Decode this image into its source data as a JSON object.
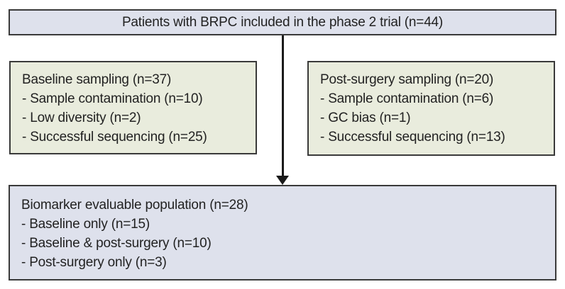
{
  "flowchart": {
    "top_box": {
      "text": "Patients with BRPC included in the phase 2 trial (n=44)"
    },
    "left_box": {
      "title": "Baseline sampling (n=37)",
      "items": [
        "- Sample contamination (n=10)",
        "- Low diversity (n=2)",
        "- Successful sequencing (n=25)"
      ]
    },
    "right_box": {
      "title": "Post-surgery sampling (n=20)",
      "items": [
        "- Sample contamination (n=6)",
        "- GC bias (n=1)",
        "- Successful sequencing (n=13)"
      ]
    },
    "bottom_box": {
      "title": "Biomarker evaluable population (n=28)",
      "items": [
        "- Baseline only (n=15)",
        "- Baseline & post-surgery (n=10)",
        "- Post-surgery only (n=3)"
      ]
    },
    "colors": {
      "lavender_fill": "#dee1ec",
      "green_fill": "#e9ecdd",
      "border": "#3a3a3a",
      "text": "#222222",
      "arrow": "#1a1a1a"
    }
  }
}
